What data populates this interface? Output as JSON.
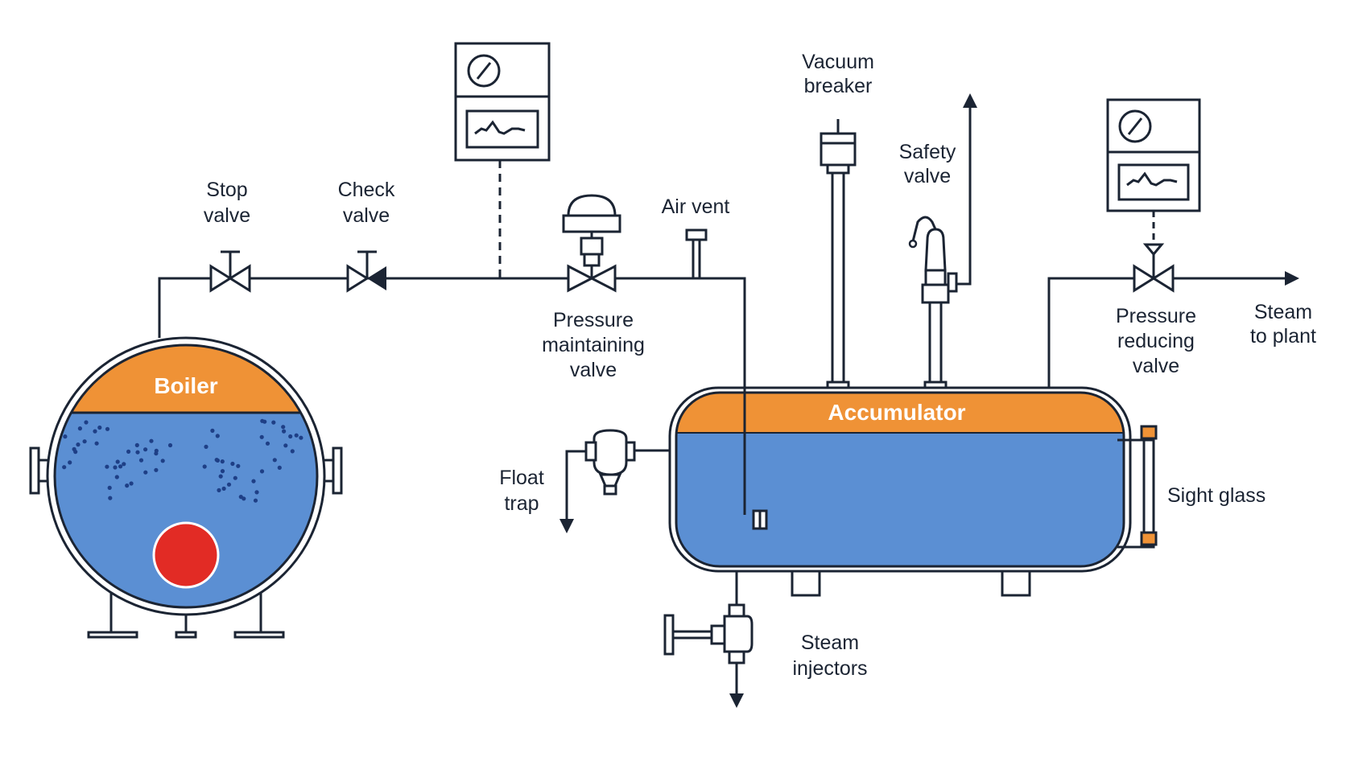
{
  "colors": {
    "ink": "#1b2433",
    "water": "#5b8fd3",
    "steam": "#ef9236",
    "fire": "#e22b25",
    "sight_glass_cap": "#ef9236"
  },
  "labels": {
    "stop_valve": [
      "Stop",
      "valve"
    ],
    "check_valve": [
      "Check",
      "valve"
    ],
    "pressure_maintaining_valve": [
      "Pressure",
      "maintaining",
      "valve"
    ],
    "air_vent": "Air vent",
    "vacuum_breaker": [
      "Vacuum",
      "breaker"
    ],
    "safety_valve": [
      "Safety",
      "valve"
    ],
    "pressure_reducing_valve": [
      "Pressure",
      "reducing",
      "valve"
    ],
    "steam_to_plant": [
      "Steam",
      "to plant"
    ],
    "boiler": "Boiler",
    "accumulator": "Accumulator",
    "float_trap": [
      "Float",
      "trap"
    ],
    "sight_glass": "Sight glass",
    "steam_injectors": [
      "Steam",
      "injectors"
    ]
  },
  "icons": [
    "gauge-icon",
    "trend-chart-icon",
    "gate-valve-icon",
    "check-valve-icon",
    "control-valve-icon",
    "safety-valve-icon",
    "flow-arrow-icon"
  ]
}
